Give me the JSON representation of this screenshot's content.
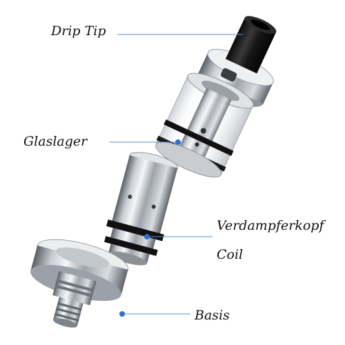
{
  "labels": {
    "drip_tip": "Drip Tip",
    "glaslager": "Glaslager",
    "verdampferkopf": "Verdampferkopf",
    "coil": "Coil",
    "basis": "Basis"
  },
  "colors": {
    "leader_line": "#5b8fd6",
    "marker_dot": "#2f6fd0",
    "metal_dark": "#555a60",
    "metal_light": "#e6e9ec",
    "black_part": "#1a1a1a"
  }
}
